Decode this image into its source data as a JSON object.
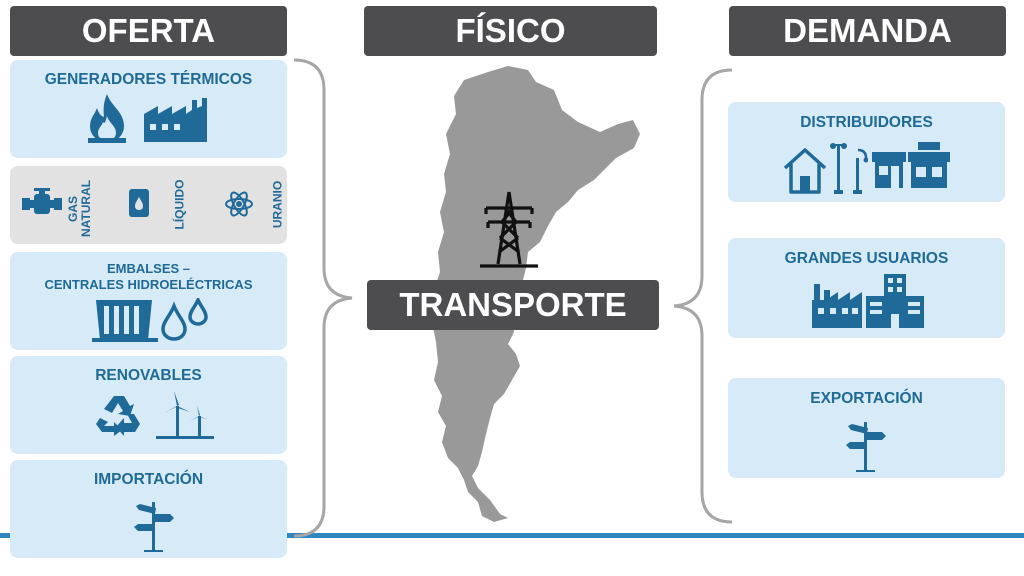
{
  "headers": {
    "left": "OFERTA",
    "center": "FÍSICO",
    "right": "DEMANDA"
  },
  "center": {
    "label": "TRANSPORTE",
    "icon": "transmission-tower-icon"
  },
  "oferta": {
    "generadores": {
      "title": "GENERADORES TÉRMICOS",
      "icons": [
        "flame-icon",
        "factory-icon"
      ]
    },
    "combustibles": [
      {
        "label": "GAS\nNATURAL",
        "icon": "gas-valve-icon"
      },
      {
        "label": "LÍQUIDO",
        "icon": "oil-barrel-icon"
      },
      {
        "label": "URANIO",
        "icon": "atom-icon"
      }
    ],
    "embalses": {
      "title_line1": "EMBALSES –",
      "title_line2": "CENTRALES HIDROELÉCTRICAS",
      "icons": [
        "dam-icon",
        "water-drops-icon"
      ]
    },
    "renovables": {
      "title": "RENOVABLES",
      "icons": [
        "recycle-icon",
        "wind-turbine-icon"
      ]
    },
    "importacion": {
      "title": "IMPORTACIÓN",
      "icons": [
        "signpost-icon"
      ]
    }
  },
  "demanda": {
    "distribuidores": {
      "title": "DISTRIBUIDORES",
      "icons": [
        "house-icon",
        "street-lamp-icon",
        "shop-icon"
      ]
    },
    "grandes_usuarios": {
      "title": "GRANDES USUARIOS",
      "icons": [
        "factory-icon",
        "building-icon"
      ]
    },
    "exportacion": {
      "title": "EXPORTACIÓN",
      "icons": [
        "signpost-icon"
      ]
    }
  },
  "colors": {
    "header_bg": "#4d4d4f",
    "box_bg": "#d6eaf7",
    "gray_box_bg": "#e2e2e2",
    "icon_blue": "#1f6a99",
    "bar_blue": "#2f86c1",
    "map_gray": "#999999"
  }
}
